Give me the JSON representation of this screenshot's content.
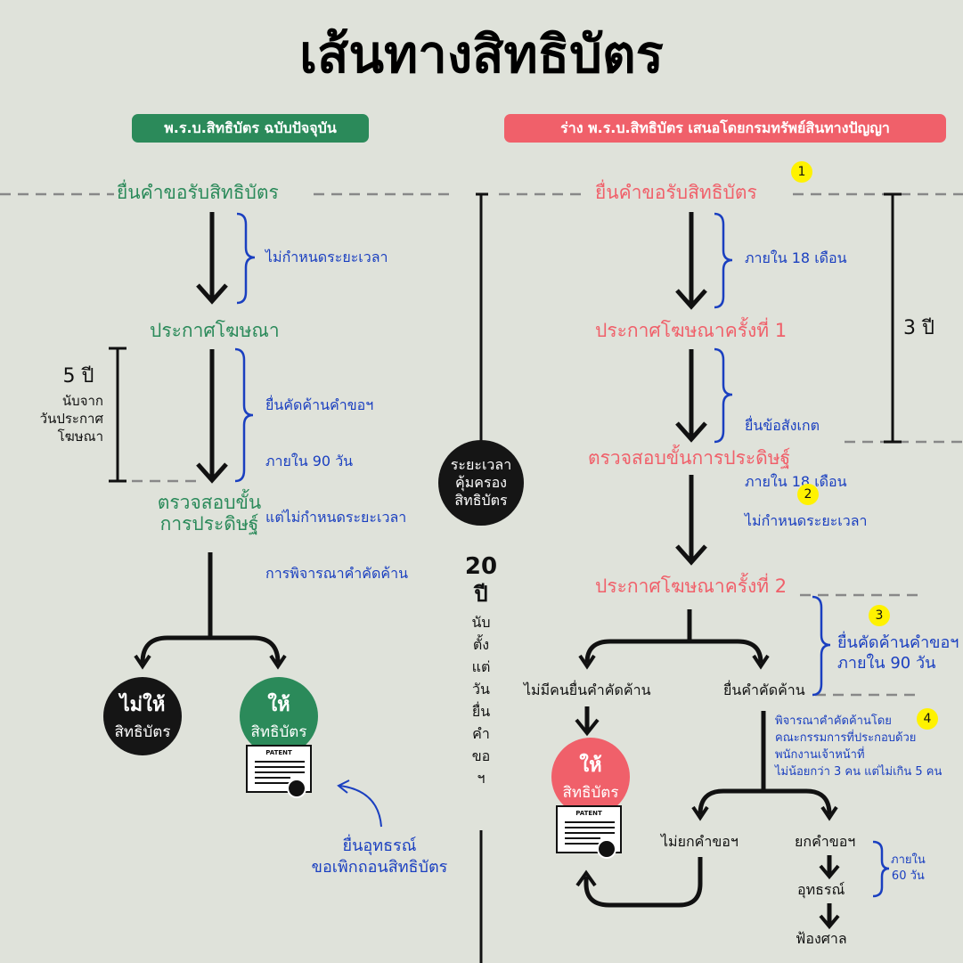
{
  "title": "เส้นทางสิทธิบัตร",
  "colors": {
    "green": "#2b8a5a",
    "red": "#f0606a",
    "blue": "#1a3fc0",
    "black": "#111111",
    "badge": "#fff200",
    "background": "#dfe2da"
  },
  "left": {
    "header": "พ.ร.บ.สิทธิบัตร ฉบับปัจจุบัน",
    "step_file": "ยื่นคำขอรับสิทธิบัตร",
    "note_no_time_limit": "ไม่กำหนดระยะเวลา",
    "step_announce": "ประกาศโฆษณา",
    "note_opposition": [
      "ยื่นคัดค้านคำขอฯ",
      "ภายใน 90 วัน",
      "แต่ไม่กำหนดระยะเวลา",
      "การพิจารณาคำคัดค้าน"
    ],
    "years_value": "5 ปี",
    "years_caption": [
      "นับจาก",
      "วันประกาศ",
      "โฆษณา"
    ],
    "step_examine": [
      "ตรวจสอบขั้น",
      "การประดิษฐ์"
    ],
    "reject": [
      "ไม่ให้",
      "สิทธิบัตร"
    ],
    "grant": [
      "ให้",
      "สิทธิบัตร"
    ],
    "appeal": [
      "ยื่นอุทธรณ์",
      "ขอเพิกถอนสิทธิบัตร"
    ],
    "cert_label": "PATENT"
  },
  "center": {
    "circle": [
      "ระยะเวลา",
      "คุ้มครอง",
      "สิทธิบัตร"
    ],
    "years_number": "20",
    "years_unit": "ปี",
    "from_text": [
      "นับ",
      "ตั้ง",
      "แต่",
      "วัน",
      "ยื่น",
      "คำ",
      "ขอ",
      "ฯ"
    ]
  },
  "right": {
    "header": "ร่าง พ.ร.บ.สิทธิบัตร เสนอโดยกรมทรัพย์สินทางปัญญา",
    "step_file": "ยื่นคำขอรับสิทธิบัตร",
    "note_within_18": "ภายใน 18 เดือน",
    "step_announce_1": "ประกาศโฆษณาครั้งที่ 1",
    "note_observation": [
      "ยื่นข้อสังเกต",
      "ภายใน 18 เดือน"
    ],
    "step_examine": "ตรวจสอบขั้นการประดิษฐ์",
    "note_no_time_limit": "ไม่กำหนดระยะเวลา",
    "step_announce_2": "ประกาศโฆษณาครั้งที่ 2",
    "years_value": "3 ปี",
    "note_opposition": [
      "ยื่นคัดค้านคำขอฯ",
      "ภายใน 90 วัน"
    ],
    "branch_no_opposition": "ไม่มีคนยื่นคำคัดค้าน",
    "branch_opposition": "ยื่นคำคัดค้าน",
    "note_committee": [
      "พิจารณาคำคัดค้านโดย",
      "คณะกรรมการที่ประกอบด้วย",
      "พนักงานเจ้าหน้าที่",
      "ไม่น้อยกว่า 3 คน แต่ไม่เกิน 5 คน"
    ],
    "grant": [
      "ให้",
      "สิทธิบัตร"
    ],
    "cert_label": "PATENT",
    "branch_not_dismiss": "ไม่ยกคำขอฯ",
    "branch_dismiss": "ยกคำขอฯ",
    "note_60_days": [
      "ภายใน",
      "60 วัน"
    ],
    "step_appeal": "อุทธรณ์",
    "step_court": "ฟ้องศาล",
    "badges": [
      "1",
      "2",
      "3",
      "4"
    ]
  }
}
